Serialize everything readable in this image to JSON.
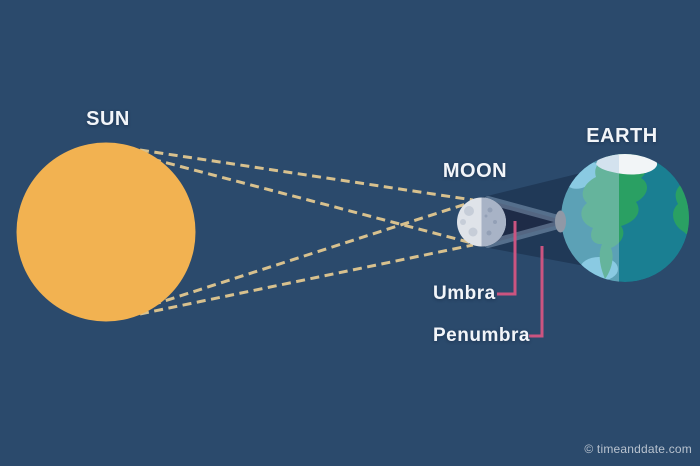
{
  "labels": {
    "sun": "SUN",
    "moon": "MOON",
    "earth": "EARTH",
    "umbra": "Umbra",
    "penumbra": "Penumbra"
  },
  "credit": {
    "text": "© timeanddate.com"
  },
  "colors": {
    "background": "#2b4a6c",
    "sun": "#f2b251",
    "ray_dash": "#d8c18e",
    "penumbra_cone": "rgba(10,22,45,0.32)",
    "umbra_cone": "#1e2b47",
    "umbra_rim": "rgba(173,200,226,0.38)",
    "pointer_pink": "#cb5480",
    "moon_lit": "#dfe3e9",
    "moon_lit_patch": "#c6cdd8",
    "moon_shadow": "#a8b3c6",
    "moon_crater": "#93a0b6",
    "earth_ocean": "#1a7f92",
    "earth_land": "#2aa063",
    "earth_shallow": "#6ec9e2",
    "earth_ice": "#f2f5f7",
    "earth_night_overlay": "rgba(172,203,226,0.45)",
    "umbra_spot": "#9098a6",
    "label_text": "#f2f5f9",
    "credit_text": "#b9c3cf"
  }
}
